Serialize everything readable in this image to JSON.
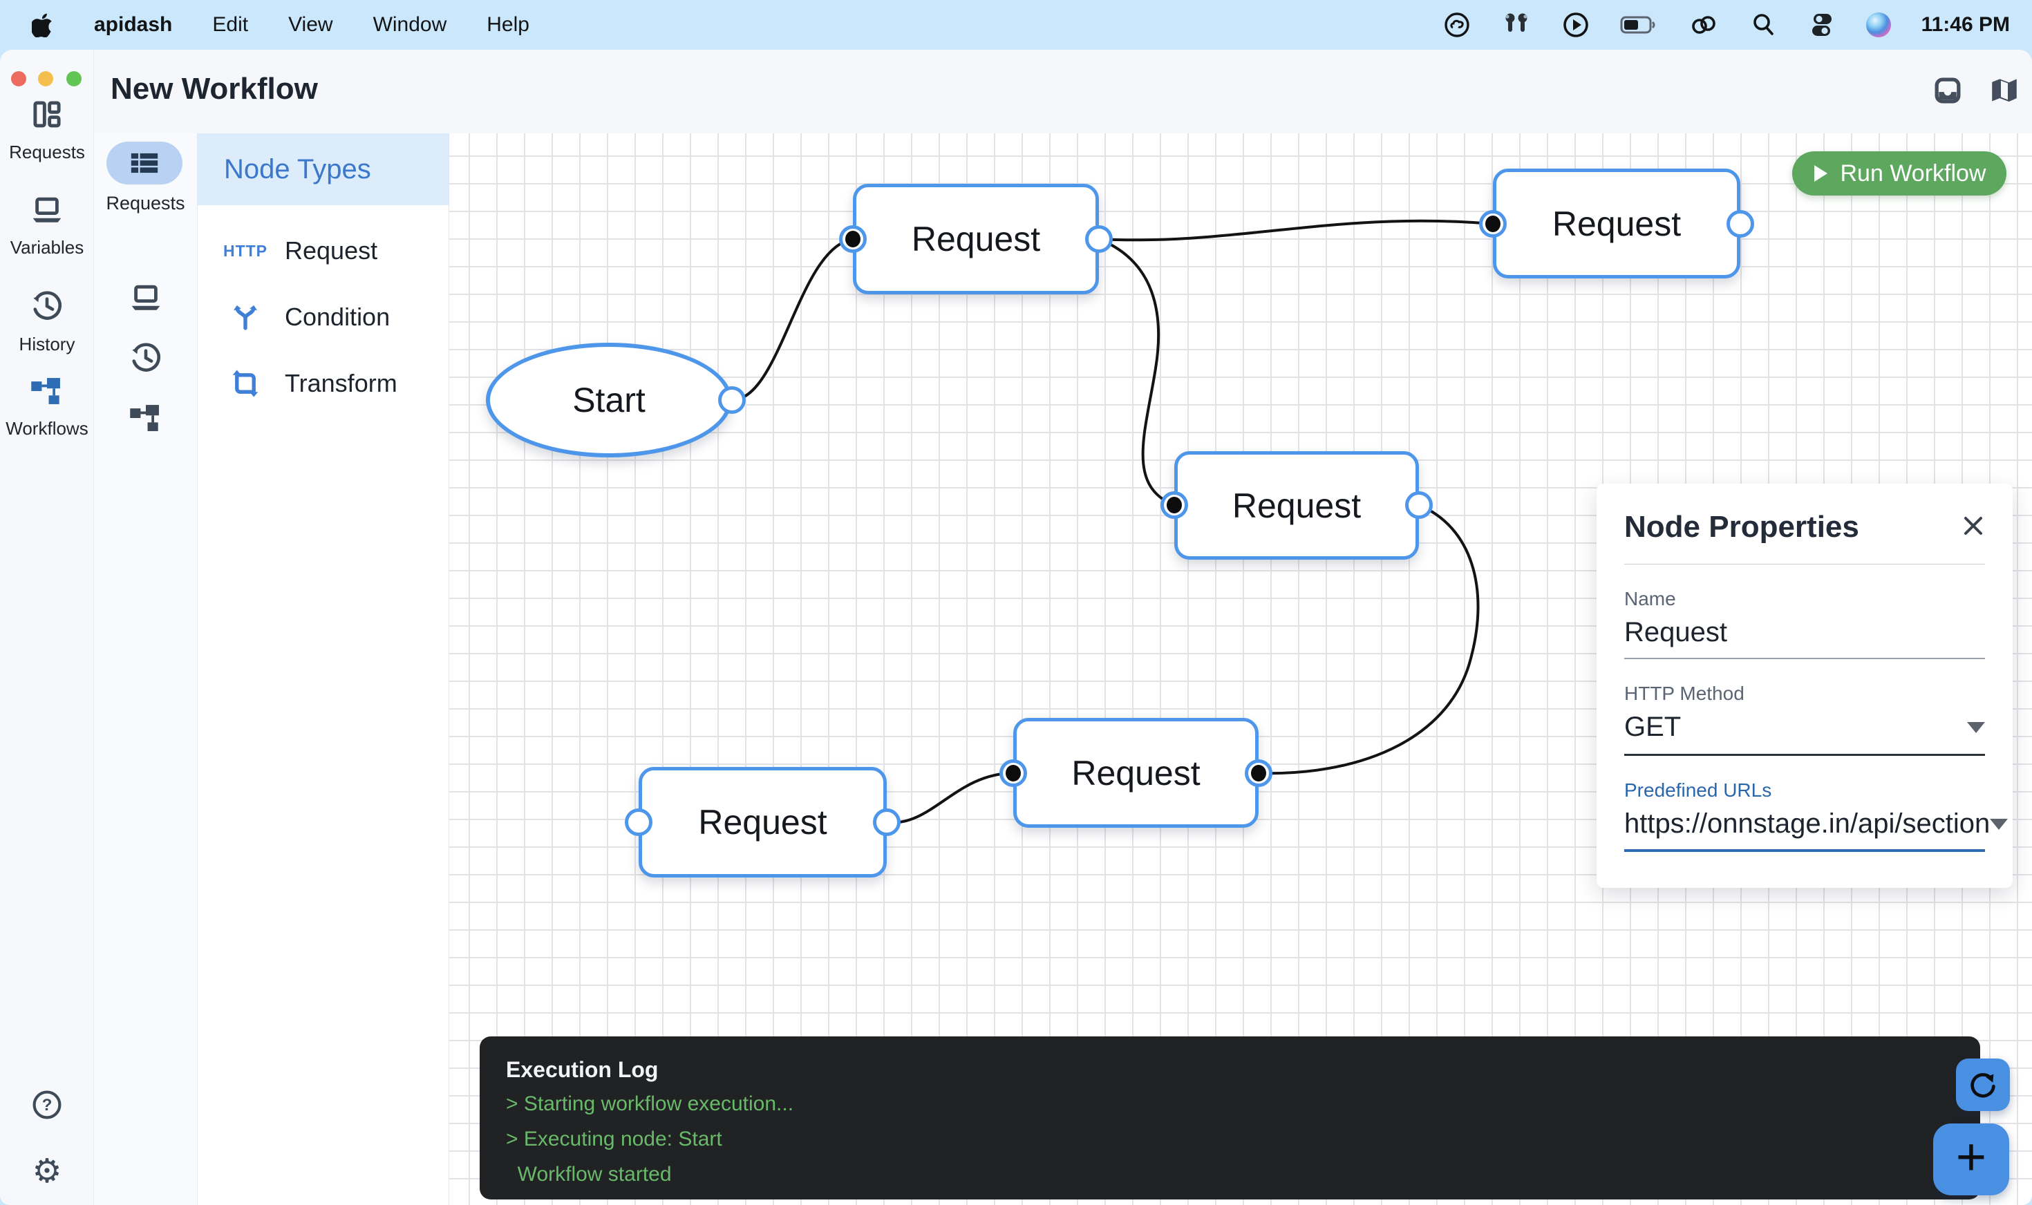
{
  "menubar": {
    "app": "apidash",
    "items": [
      "Edit",
      "View",
      "Window",
      "Help"
    ],
    "time": "11:46 PM",
    "status_icons": [
      "creative-cloud-icon",
      "airpods-icon",
      "play-circle-icon",
      "battery-icon",
      "hotspot-link-icon",
      "search-icon",
      "control-center-icon",
      "siri-icon"
    ]
  },
  "titlebar": {
    "title": "New Workflow",
    "icons": [
      "tray-icon",
      "map-icon"
    ]
  },
  "sidebar": {
    "items": [
      {
        "label": "Requests"
      },
      {
        "label": "Variables"
      },
      {
        "label": "History"
      },
      {
        "label": "Workflows",
        "active": true
      }
    ]
  },
  "rail": {
    "active_label": "Requests"
  },
  "node_types": {
    "header": "Node Types",
    "items": [
      {
        "label": "Request",
        "badge": "HTTP"
      },
      {
        "label": "Condition"
      },
      {
        "label": "Transform"
      }
    ]
  },
  "canvas": {
    "run_button": "Run Workflow",
    "nodes": [
      {
        "label": "Start"
      },
      {
        "label": "Request"
      },
      {
        "label": "Request"
      },
      {
        "label": "Request"
      },
      {
        "label": "Request"
      },
      {
        "label": "Request"
      }
    ]
  },
  "properties": {
    "title": "Node Properties",
    "name_label": "Name",
    "name_value": "Request",
    "method_label": "HTTP Method",
    "method_value": "GET",
    "urls_label": "Predefined URLs",
    "urls_value": "https://onnstage.in/api/section"
  },
  "log": {
    "title": "Execution Log",
    "lines": [
      "> Starting workflow execution...",
      "> Executing node: Start",
      "  Workflow started"
    ]
  },
  "colors": {
    "accent_blue": "#4d96ea",
    "button_blue": "#4a90e2",
    "run_green": "#5ea75e",
    "log_green": "#69b96a",
    "selected_pill": "#b9d2f3",
    "panel_header_blue": "#dcecfa",
    "menubar_blue": "#cbe7fb"
  }
}
